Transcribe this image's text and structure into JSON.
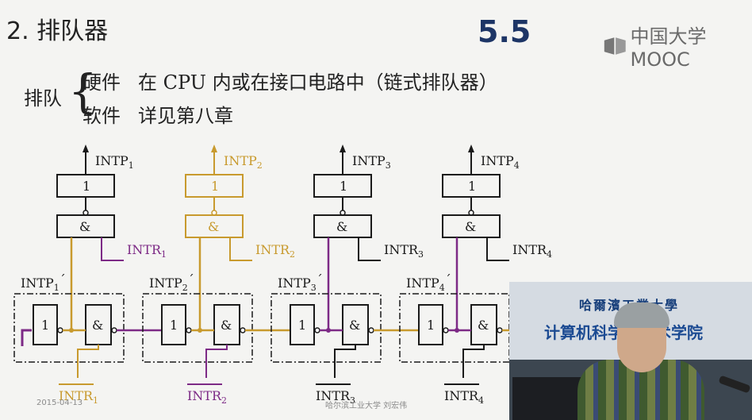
{
  "slide": {
    "title": "2. 排队器",
    "section_number": "5.5",
    "logo_text": "中国大学MOOC",
    "queue_label": "排队",
    "brace": "{",
    "lines": [
      {
        "term": "硬件",
        "detail": "在 CPU 内或在接口电路中（链式排队器）"
      },
      {
        "term": "软件",
        "detail": "详见第八章"
      }
    ]
  },
  "diagram": {
    "stages": [
      {
        "intp": "INTP",
        "sub": "1",
        "intp_prime": "INTP",
        "prime_sub": "1",
        "intr": "INTR",
        "intr_sub": "1",
        "highlight": false
      },
      {
        "intp": "INTP",
        "sub": "2",
        "intp_prime": "INTP",
        "prime_sub": "2",
        "intr": "INTR",
        "intr_sub": "2",
        "highlight": true
      },
      {
        "intp": "INTP",
        "sub": "3",
        "intp_prime": "INTP",
        "prime_sub": "3",
        "intr": "INTR",
        "intr_sub": "3",
        "highlight": false
      },
      {
        "intp": "INTP",
        "sub": "4",
        "intp_prime": "INTP",
        "prime_sub": "4",
        "intr": "INTR",
        "intr_sub": "4",
        "highlight": false
      }
    ],
    "gate_or": "1",
    "gate_and": "&",
    "prime_mark": "´",
    "colors": {
      "gold": "#c89a2e",
      "purple": "#7d2a86",
      "black": "#1a1a1a"
    }
  },
  "footer": {
    "date": "2015-04-13",
    "institution": "哈尔滨工业大学  刘宏伟"
  },
  "video": {
    "banner_line1": "哈爾濱工業大學",
    "banner_line2": "计算机科学与技术学院"
  }
}
